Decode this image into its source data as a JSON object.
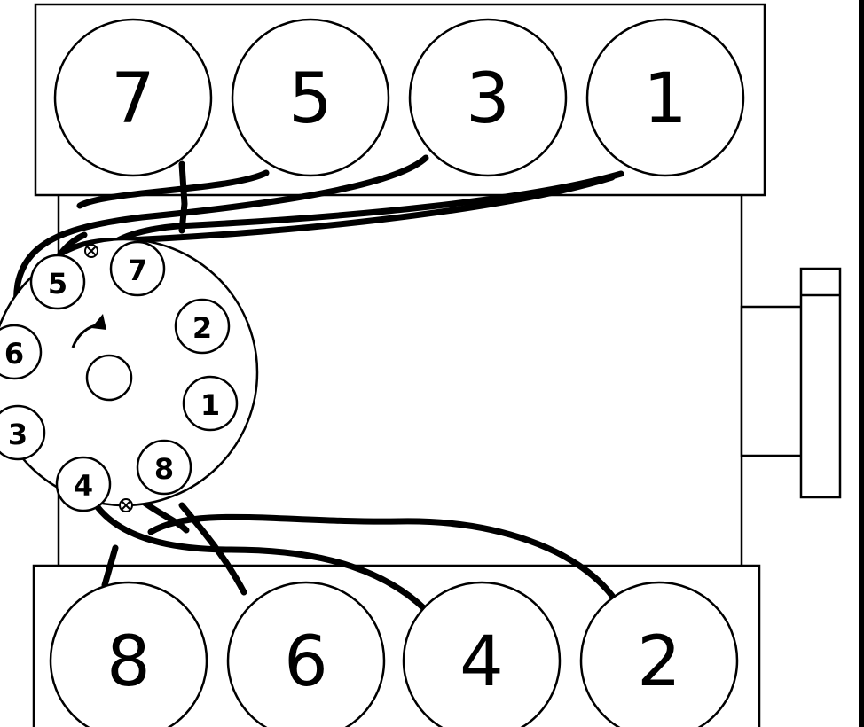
{
  "cylinders_top": [
    "7",
    "5",
    "3",
    "1"
  ],
  "cylinders_bottom": [
    "8",
    "6",
    "4",
    "2"
  ],
  "distributor_terminals": [
    "5",
    "7",
    "2",
    "1",
    "8",
    "4",
    "3",
    "6"
  ],
  "colors": {
    "line": "#000000",
    "background": "#ffffff"
  }
}
